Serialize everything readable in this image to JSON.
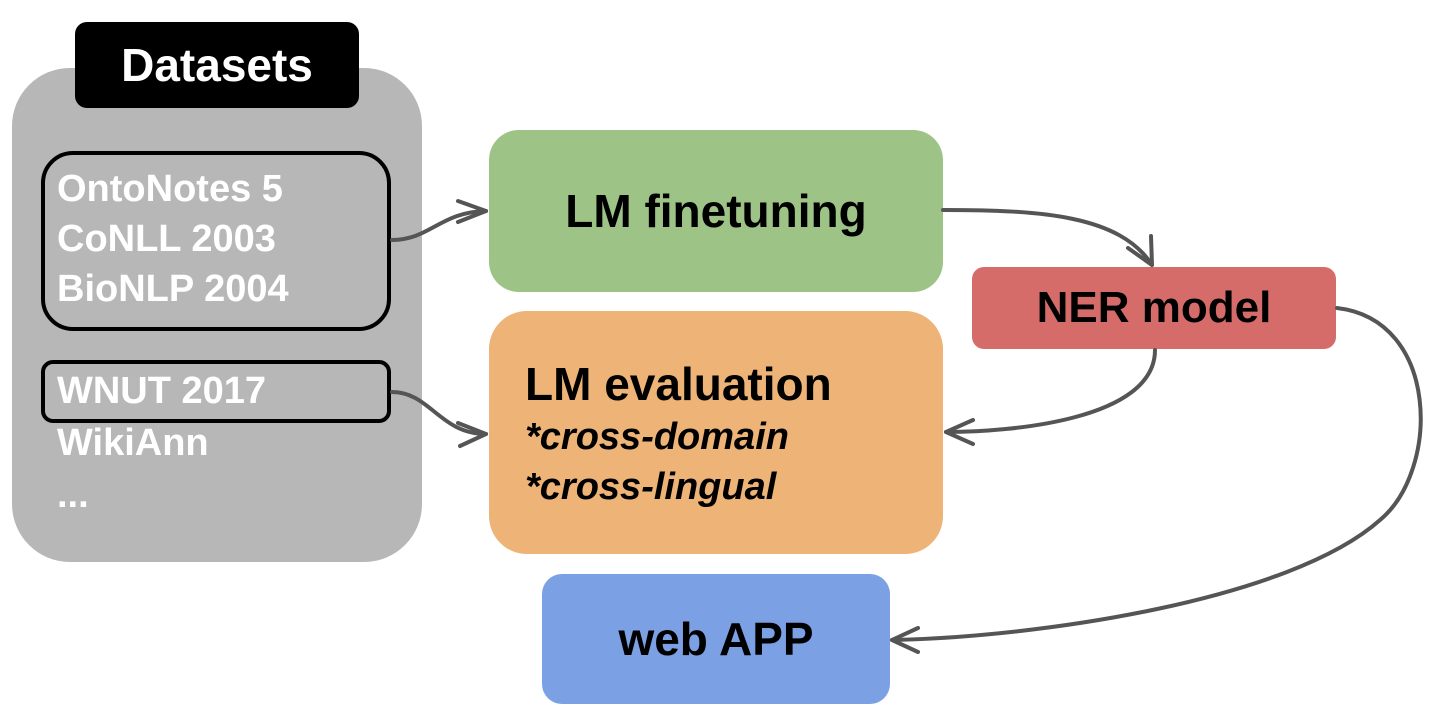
{
  "datasets": {
    "header": "Datasets",
    "items": [
      "OntoNotes 5",
      "CoNLL 2003",
      "BioNLP 2004",
      "WNUT 2017",
      "WikiAnn",
      "..."
    ]
  },
  "steps": {
    "finetuning": "LM finetuning",
    "ner_model": "NER model",
    "evaluation": {
      "title": "LM evaluation",
      "subs": [
        "*cross-domain",
        "*cross-lingual"
      ]
    },
    "webapp": "web APP"
  },
  "colors": {
    "datasets_panel": "#b7b7b7",
    "header_bg": "#000000",
    "finetuning": "#9ec387",
    "ner_model": "#d56c6a",
    "evaluation": "#edb377",
    "webapp": "#7ba0e4",
    "arrow": "#555555"
  }
}
